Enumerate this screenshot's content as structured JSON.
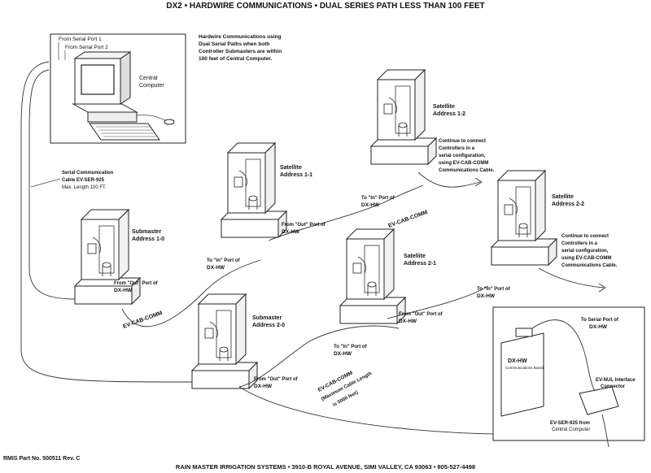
{
  "title": "DX2 • HARDWIRE COMMUNICATIONS • DUAL SERIES PATH LESS THAN 100 FEET",
  "intro": [
    "Hardwire Communications using",
    "Dual Serial Paths when both",
    "Controller Submasters are within",
    "100 feet of Central Computer."
  ],
  "from_port_1": "From Serial Port 1",
  "from_port_2": "From Serial Port 2",
  "central": [
    "Central",
    "Computer"
  ],
  "serial_cable": [
    "Serial Communication",
    "Cable  EV-SER-925",
    "Max. Length 100 FT."
  ],
  "submaster_10": [
    "Submaster",
    "Address 1-0"
  ],
  "submaster_20": [
    "Submaster",
    "Address 2-0"
  ],
  "sat_11": [
    "Satellite",
    "Address 1-1"
  ],
  "sat_12": [
    "Satellite",
    "Address 1-2"
  ],
  "sat_21": [
    "Satellite",
    "Address 2-1"
  ],
  "sat_22": [
    "Satellite",
    "Address 2-2"
  ],
  "from_out": [
    "From \"Out\" Port of",
    "DX-HW"
  ],
  "to_in": [
    "To \"In\" Port of",
    "DX-HW"
  ],
  "continue": [
    "Continue to connect",
    "Controllers in a",
    "serial configuration,",
    "using  EV-CAB-COMM",
    "Communications Cable."
  ],
  "cab_comm": "EV-CAB-COMM",
  "cab_comm_max": [
    "EV-CAB-COMM",
    "(Maximum Cable Length",
    "is 5000 feet)"
  ],
  "to_serial": [
    "To Serial Port of",
    "DX-HW"
  ],
  "dxhw_board": "DX-HW",
  "dxhw_sub": "Communications Board",
  "evnul": [
    "EV-NUL  Interface",
    "Connector"
  ],
  "evser_from": [
    "EV-SER-925 from",
    "Central Computer"
  ],
  "part_no": "RMIS Part No. 500511 Rev. C",
  "footer": "RAIN MASTER IRRIGATION SYSTEMS • 3910-B ROYAL AVENUE, SIMI VALLEY, CA 93063 • 805-527-4498"
}
